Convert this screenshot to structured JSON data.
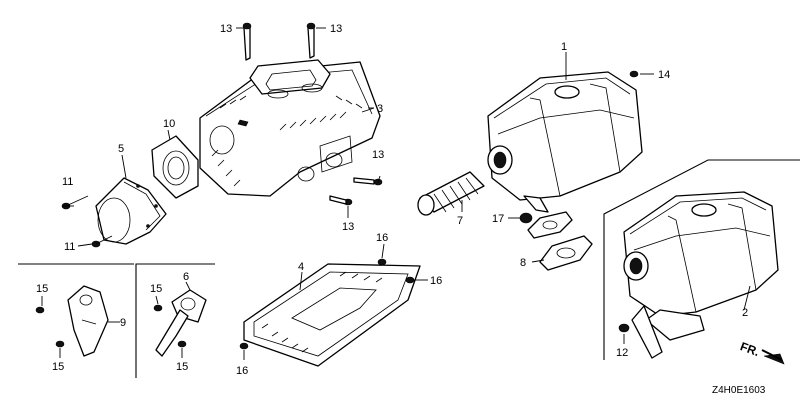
{
  "diagram_code": "Z4H0E1603",
  "front_marker": "FR.",
  "callouts": {
    "c1": "1",
    "c2": "2",
    "c3": "3",
    "c4": "4",
    "c5": "5",
    "c6": "6",
    "c7": "7",
    "c8": "8",
    "c9": "9",
    "c10": "10",
    "c11a": "11",
    "c11b": "11",
    "c12": "12",
    "c13a": "13",
    "c13b": "13",
    "c13c": "13",
    "c13d": "13",
    "c14": "14",
    "c15a": "15",
    "c15b": "15",
    "c15c": "15",
    "c15d": "15",
    "c16a": "16",
    "c16b": "16",
    "c16c": "16",
    "c17": "17"
  }
}
